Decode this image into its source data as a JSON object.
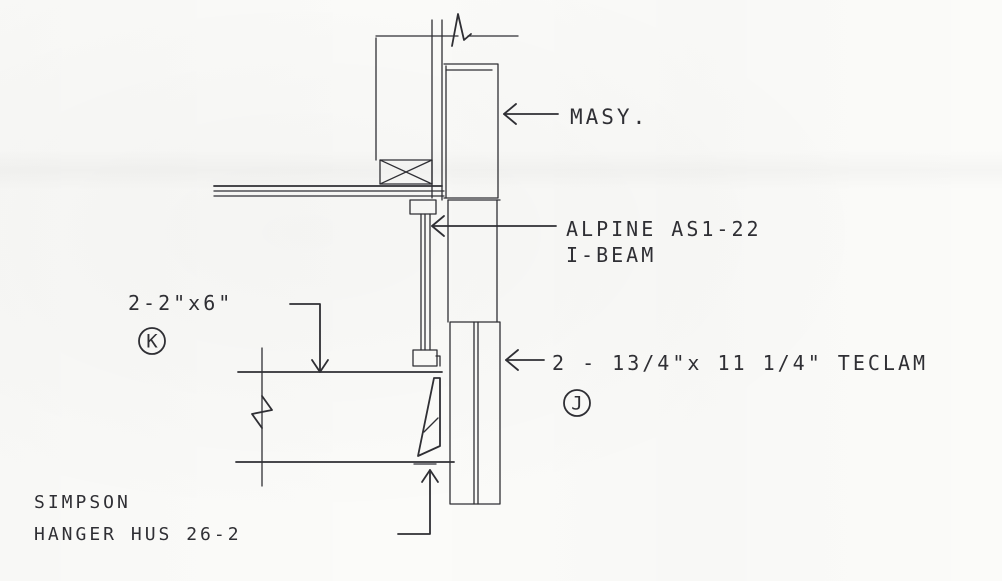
{
  "labels": {
    "masonry": "MASY.",
    "joist_line1": "ALPINE AS1-22",
    "joist_line2": "I-BEAM",
    "blocking": "2-2\"x6\"",
    "blocking_tag": "K",
    "beam": "2 - 13/4\"x 11 1/4\" TECLAM",
    "beam_tag": "J",
    "hanger_line1": "SIMPSON",
    "hanger_line2": "HANGER HUS 26-2"
  },
  "colors": {
    "ink": "#2f2f34",
    "paper": "#fbfbf9"
  },
  "icons": {
    "break_mark": "zigzag-break-icon",
    "tag_circle": "circle-tag-icon"
  }
}
